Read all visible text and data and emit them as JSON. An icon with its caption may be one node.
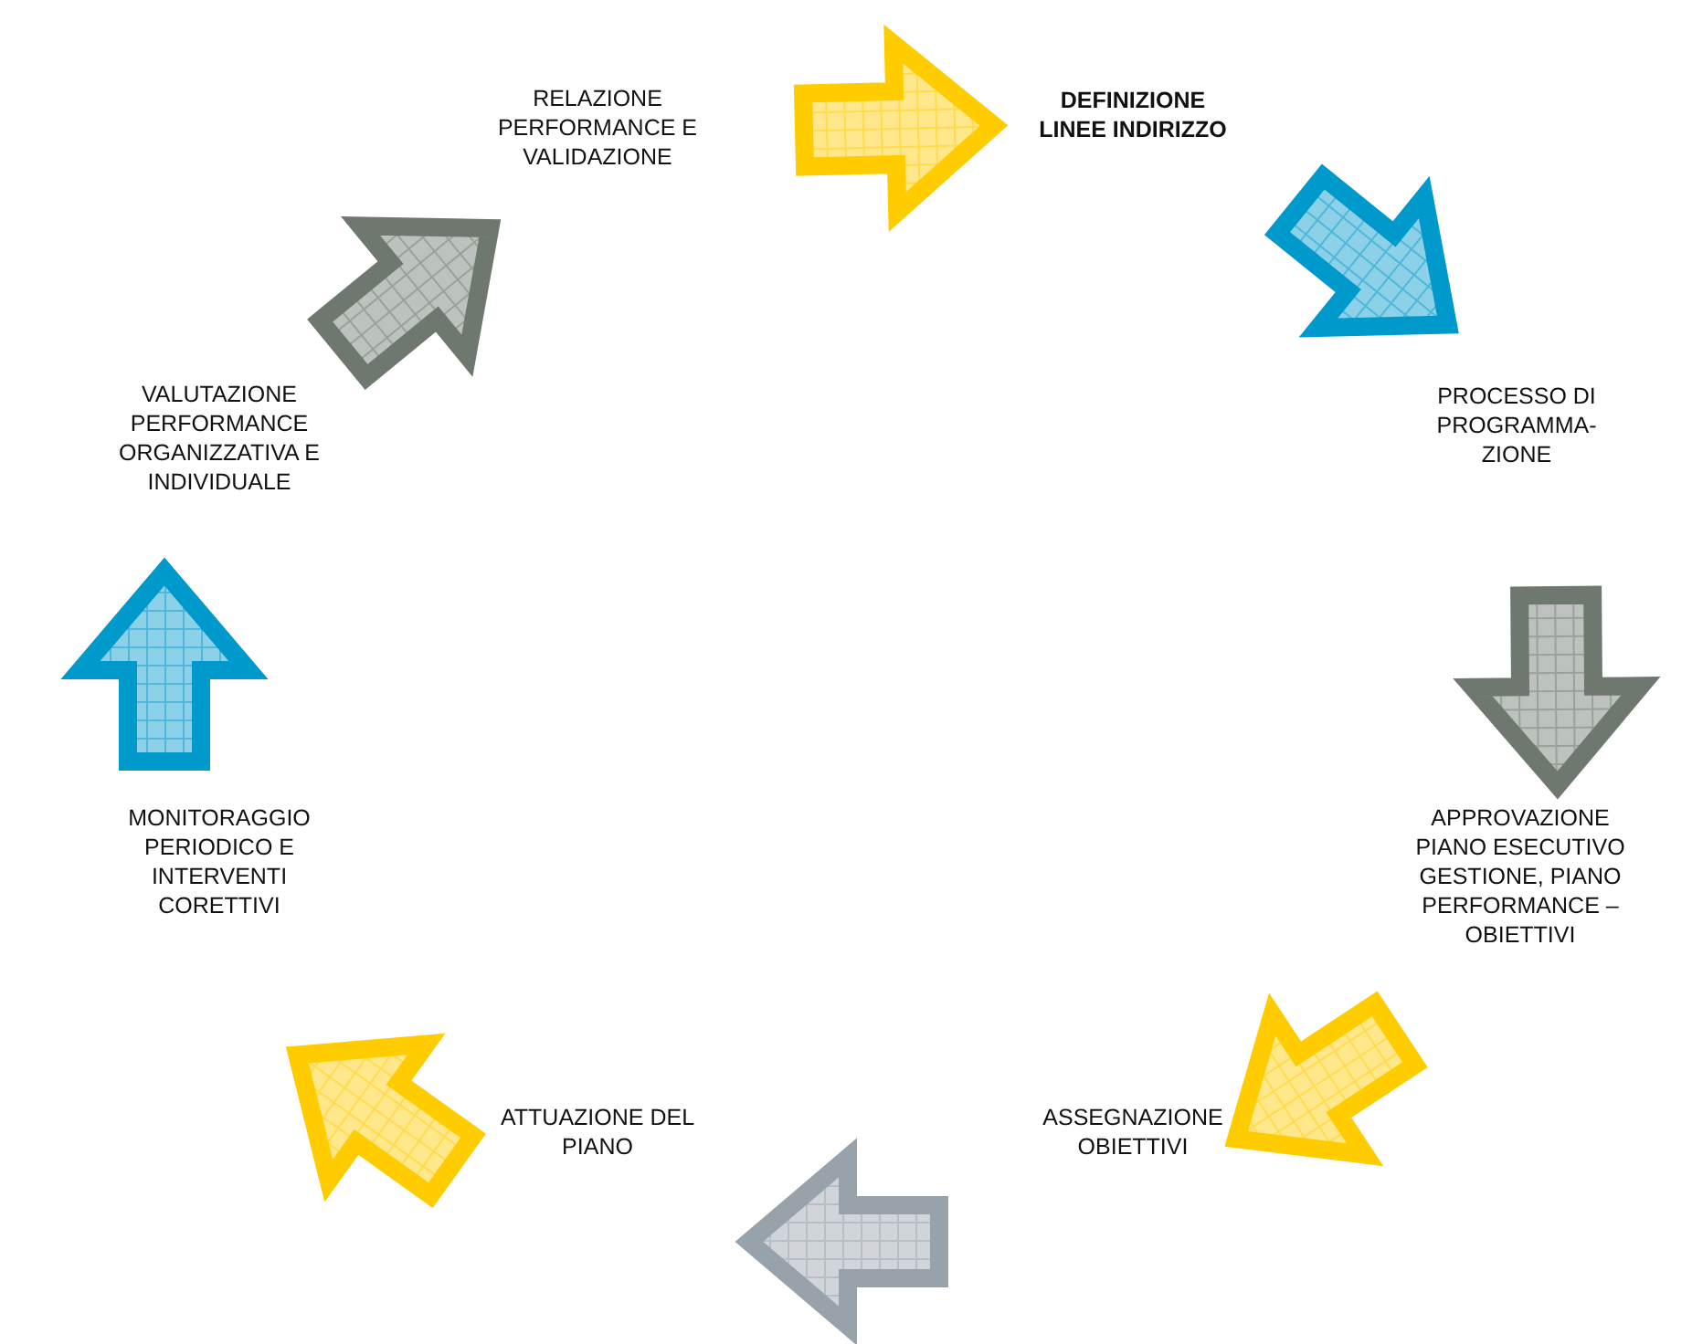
{
  "diagram": {
    "nodes": [
      {
        "text": [
          "DEFINIZIONE LINEE INDIRIZZO"
        ]
      },
      {
        "text": [
          "PROCESSO DI PROGRAMMA- ZIONE"
        ]
      },
      {
        "text": [
          "APPROVAZIONE PIANO ESECUTIVO GESTIONE, PIANO PERFORMANCE – OBIETTIVI"
        ]
      },
      {
        "text": [
          "ASSEGNAZIONE OBIETTIVI"
        ]
      },
      {
        "text": [
          "ATTUAZIONE DEL PIANO"
        ]
      },
      {
        "text": [
          "MONITORAGGIO PERIODICO E INTERVENTI CORETTIVI"
        ]
      },
      {
        "text": [
          "VALUTAZIONE PERFORMANCE ORGANIZZATIVA E INDIVIDUALE"
        ]
      },
      {
        "text": [
          "RELAZIONE PERFORMANCE E VALIDAZIONE"
        ]
      }
    ],
    "edges": [
      {
        "from": 0,
        "to": 1,
        "arrow": "to",
        "style": "thick",
        "color": "#0099cc"
      },
      {
        "from": 1,
        "to": 2,
        "arrow": "to",
        "style": "thick",
        "color": "#6e786e"
      },
      {
        "from": 2,
        "to": 3,
        "arrow": "to",
        "style": "thick",
        "color": "#ffcc00"
      },
      {
        "from": 3,
        "to": 4,
        "arrow": "to",
        "style": "thick",
        "color": "#98a2aa"
      },
      {
        "from": 4,
        "to": 5,
        "arrow": "to",
        "style": "thick",
        "color": "#ffcc00"
      },
      {
        "from": 5,
        "to": 6,
        "arrow": "to",
        "style": "thick",
        "color": "#0099cc"
      },
      {
        "from": 6,
        "to": 7,
        "arrow": "to",
        "style": "thick",
        "color": "#6e786e"
      },
      {
        "from": 7,
        "to": 0,
        "arrow": "to",
        "style": "thick",
        "color": "#ffcc00"
      }
    ]
  }
}
